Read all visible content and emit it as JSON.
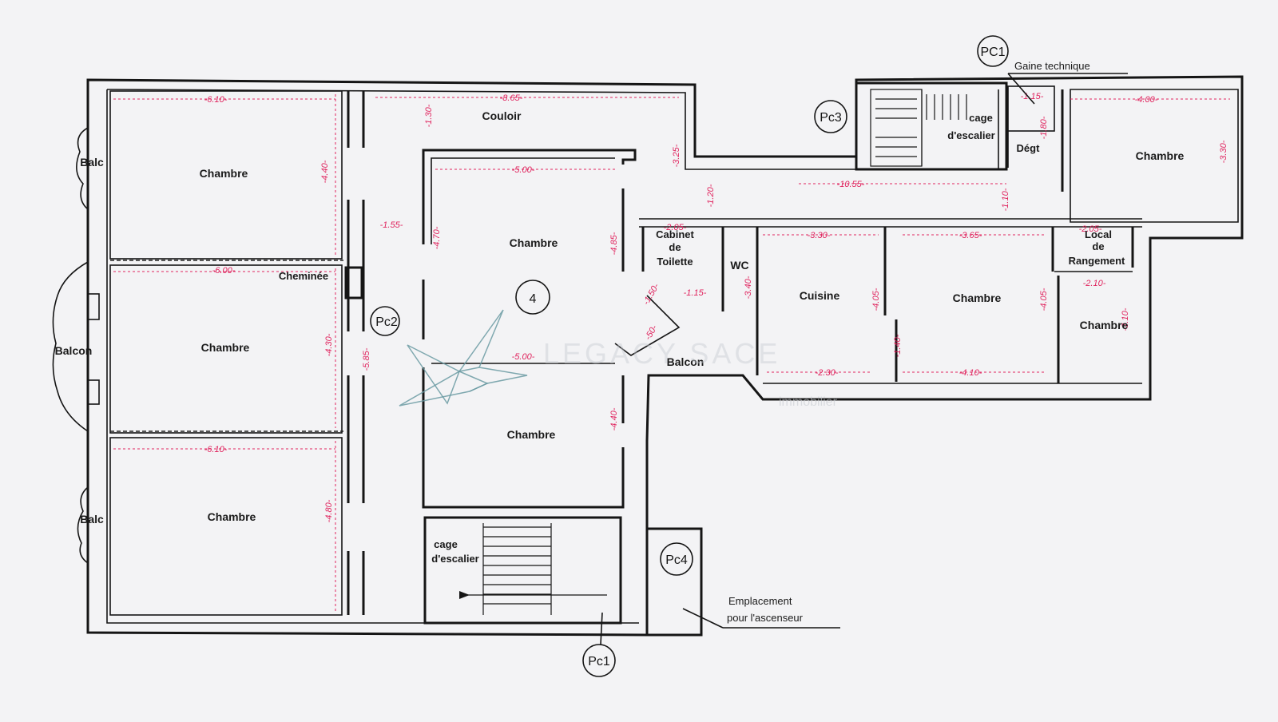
{
  "rooms": {
    "chambre_1": "Chambre",
    "chambre_2": "Chambre",
    "chambre_3": "Chambre",
    "chambre_4": "Chambre",
    "chambre_5": "Chambre",
    "chambre_6": "Chambre",
    "chambre_7": "Chambre",
    "chambre_8": "Chambre",
    "couloir": "Couloir",
    "cuisine": "Cuisine",
    "wc": "WC",
    "cabinet_l1": "Cabinet",
    "cabinet_l2": "de",
    "cabinet_l3": "Toilette",
    "local_l1": "Local",
    "local_l2": "de",
    "local_l3": "Rangement",
    "degt": "Dégt",
    "balc_top": "Balc",
    "balc_bottom": "Balc",
    "balcon_left": "Balcon",
    "balcon_mid": "Balcon",
    "cheminee": "Cheminée",
    "cage_escalier_top_l1": "cage",
    "cage_escalier_top_l2": "d'escalier",
    "cage_escalier_bottom_l1": "cage",
    "cage_escalier_bottom_l2": "d'escalier"
  },
  "notes": {
    "gaine": "Gaine technique",
    "ascenseur_l1": "Emplacement",
    "ascenseur_l2": "pour  l'ascenseur"
  },
  "tags": {
    "pc1_top": "PC1",
    "pc1_bottom": "Pc1",
    "pc2": "Pc2",
    "pc3": "Pc3",
    "pc4": "Pc4",
    "floor": "4"
  },
  "dimensions": {
    "d_610_top": "-6.10-",
    "d_440_top": "-4.40-",
    "d_600": "-6.00-",
    "d_430": "-4.30-",
    "d_610_bottom": "-6.10-",
    "d_480_left": "-4.80-",
    "d_865": "-8.65-",
    "d_130": "-1.30-",
    "d_155": "-1.55-",
    "d_500": "-5.00-",
    "d_470": "-4.70-",
    "d_485": "-4.85-",
    "d_585": "-5.85-",
    "d_500_low": "-5.00-",
    "d_440_low": "-4.40-",
    "d_325": "-3.25-",
    "d_120": "-1.20-",
    "d_205_left": "-2.05-",
    "d_115": "-1.15-",
    "d_150": "-1.50-",
    "d_330": "-3.30-",
    "d_340": "-3.40-",
    "d_230": "-2.30-",
    "d_365": "-3.65-",
    "d_405_a": "-4.05-",
    "d_140": "-1.40-",
    "d_410": "-4.10-",
    "d_205_right": "-2.05-",
    "d_405_b": "-4.05-",
    "d_210": "-2.10-",
    "d_310": "-3.10-",
    "d_1055": "-10.55-",
    "d_400": "-4.00-",
    "d_330_right": "-3.30-",
    "d_115_top": "-1.15-",
    "d_110": "-1.10-",
    "d_180": "-1.80-",
    "d_50": "-50-"
  },
  "watermark": {
    "main": "LEGACY SACE",
    "sub": "immobilier"
  },
  "colors": {
    "wall": "#151515",
    "dimension": "#e0245e",
    "logo": "#6a9aa2",
    "paper": "#f3f3f5"
  }
}
